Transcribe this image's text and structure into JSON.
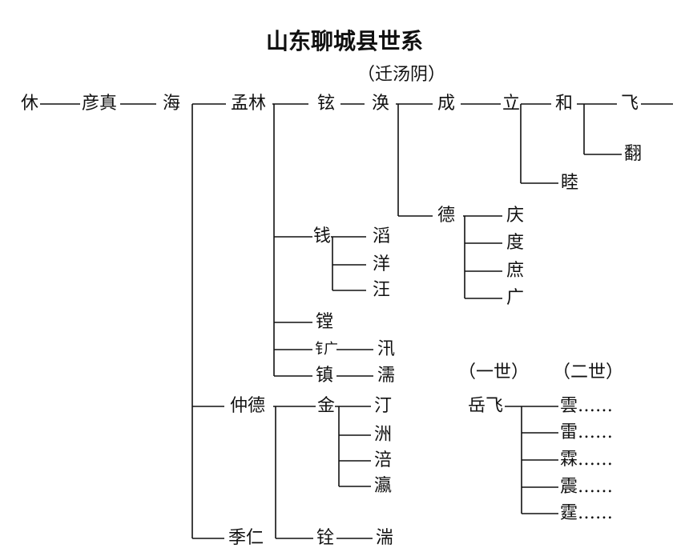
{
  "title": "山东聊城县世系",
  "annotations": {
    "qian_tang_yin": "（迁汤阴）",
    "gen1": "（一世）",
    "gen2": "（二世）"
  },
  "nodes": {
    "xiu": "休",
    "yanzhen": "彦真",
    "hai": "海",
    "menglin": "孟林",
    "xuan": "铉",
    "huan": "涣",
    "cheng": "成",
    "li": "立",
    "he": "和",
    "fei": "飞",
    "fan": "翻",
    "mu": "睦",
    "de": "德",
    "qing": "庆",
    "du": "度",
    "shu": "庶",
    "guang": "广",
    "qian": "钱",
    "tao": "滔",
    "yang": "洋",
    "wang": "汪",
    "tang": "镗",
    "kuang": "钅广",
    "xun": "汛",
    "zhen": "镇",
    "ru": "濡",
    "zhongde": "仲德",
    "jin": "金",
    "ting": "汀",
    "zhou": "洲",
    "pei": "涪",
    "ying": "瀛",
    "jiren": "季仁",
    "quan": "铨",
    "chuan": "湍",
    "yuefei": "岳飞",
    "yun": "雲……",
    "lei": "雷……",
    "lin": "霖……",
    "zhen2": "震……",
    "ting2": "霆……"
  }
}
